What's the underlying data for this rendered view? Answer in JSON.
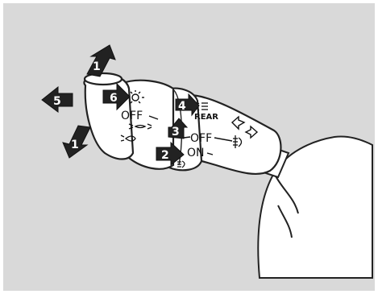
{
  "diagram": {
    "background_color": "#d9d9d9",
    "labels": {
      "off_upper": "OFF",
      "off_lower": "OFF",
      "on": "ON",
      "rear": "REAR"
    },
    "arrows": {
      "a1_up": "1",
      "a1_down": "1",
      "a2": "2",
      "a3": "3",
      "a4": "4",
      "a5": "5",
      "a6": "6"
    }
  }
}
